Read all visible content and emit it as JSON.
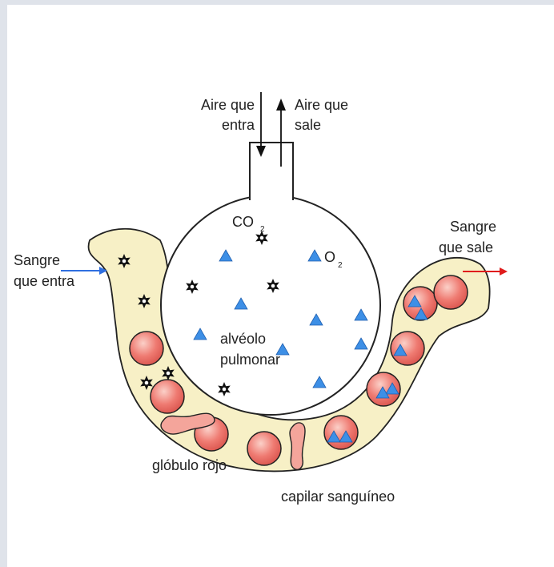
{
  "diagram": {
    "air_in": [
      "Aire que",
      "entra"
    ],
    "air_out": [
      "Aire que",
      "sale"
    ],
    "blood_in": [
      "Sangre",
      "que entra"
    ],
    "blood_out": [
      "Sangre",
      "que sale"
    ],
    "co2_main": "CO",
    "co2_sub": "2",
    "o2_main": "O",
    "o2_sub": "2",
    "alveolus": [
      "alvéolo",
      "pulmonar"
    ],
    "red_cell": "glóbulo rojo",
    "capillary": "capilar sanguíneo"
  },
  "colors": {
    "capillary_fill": "#f7f0c6",
    "cell_fill": "#ef7b72",
    "cell_highlight": "#fbd0c8",
    "o2_triangle": "#3d8fe6",
    "arrow_in": "#2f6fe0",
    "arrow_out": "#e01c1c",
    "outline": "#222222"
  }
}
